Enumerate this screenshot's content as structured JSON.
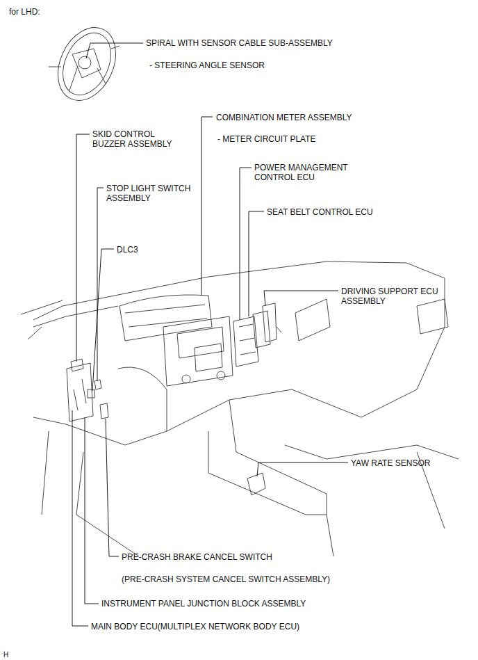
{
  "diagram": {
    "labels": [
      "for LHD:",
      "SPIRAL WITH SENSOR CABLE SUB-ASSEMBLY",
      "- STEERING ANGLE SENSOR",
      "COMBINATION METER ASSEMBLY",
      "- METER CIRCUIT PLATE",
      "SKID CONTROL BUZZER ASSEMBLY",
      "STOP LIGHT SWITCH ASSEMBLY",
      "POWER MANAGEMENT CONTROL ECU",
      "SEAT BELT CONTROL ECU",
      "DLC3",
      "DRIVING SUPPORT ECU ASSEMBLY",
      "YAW RATE SENSOR",
      "PRE-CRASH BRAKE CANCEL SWITCH",
      "(PRE-CRASH SYSTEM CANCEL SWITCH ASSEMBLY)",
      "INSTRUMENT PANEL JUNCTION BLOCK ASSEMBLY",
      "MAIN BODY ECU(MULTIPLEX NETWORK BODY ECU)",
      "H"
    ]
  }
}
